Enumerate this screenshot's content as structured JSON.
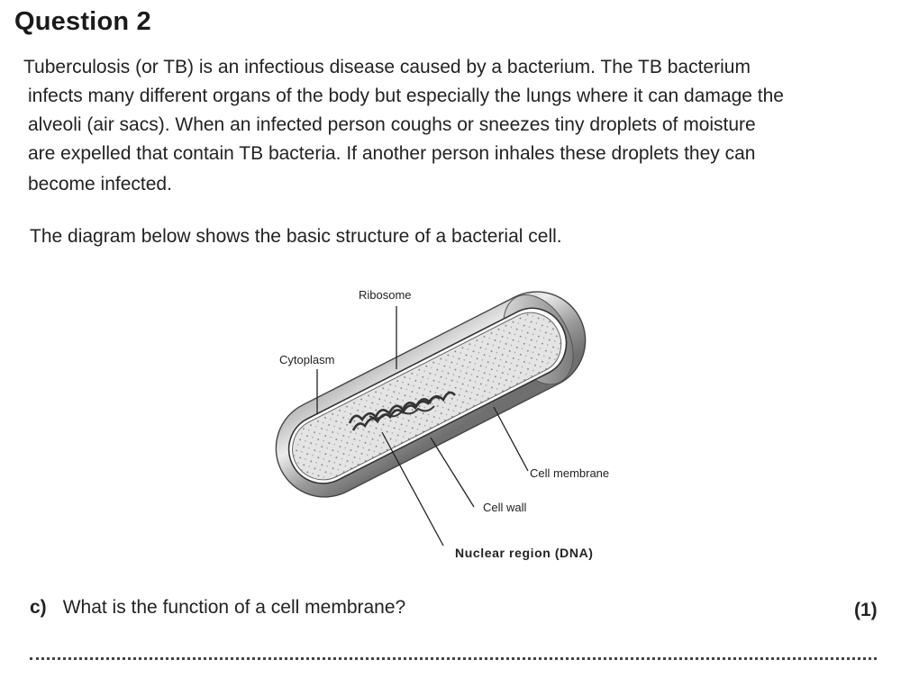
{
  "question": {
    "heading": "Question 2",
    "intro_lines": [
      "Tuberculosis (or TB) is an infectious disease caused by a bacterium. The TB bacterium",
      "infects many different organs of the body but especially the lungs where it can damage the",
      "alveoli (air sacs). When an infected person coughs or sneezes tiny droplets of moisture",
      "are expelled that contain TB bacteria. If another person inhales these droplets they can",
      "become infected."
    ],
    "diagram_caption": "The diagram below shows the basic structure of a bacterial cell."
  },
  "diagram": {
    "labels": {
      "ribosome": "Ribosome",
      "cytoplasm": "Cytoplasm",
      "cell_membrane": "Cell membrane",
      "cell_wall": "Cell wall",
      "nuclear_region": "Nuclear region (DNA)"
    }
  },
  "part_c": {
    "letter": "c)",
    "text": "What is the function of a cell membrane?",
    "marks": "(1)"
  }
}
